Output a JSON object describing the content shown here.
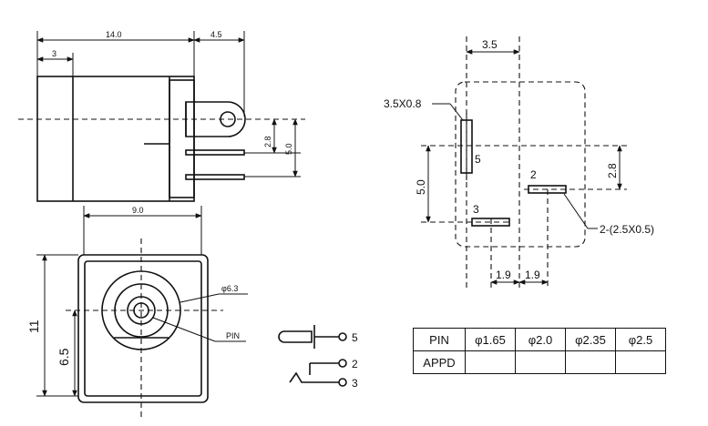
{
  "front_view": {
    "dim_total": "14.0",
    "dim_left": "3",
    "dim_right": "4.5",
    "dim_pin_offset": "2.8",
    "dim_pin_spacing": "5.0",
    "dim_body": "9.0"
  },
  "bottom_view": {
    "dim_height": "11",
    "dim_center": "6.5",
    "dia_label": "φ6.3",
    "pin_label": "PIN"
  },
  "schematic": {
    "pin_5": "5",
    "pin_2": "2",
    "pin_3": "3"
  },
  "pcb_layout": {
    "dim_top": "3.5",
    "slot_size": "3.5X0.8",
    "pin_5": "5",
    "pin_2": "2",
    "pin_3": "3",
    "dim_left": "5.0",
    "dim_right": "2.8",
    "slot_size_2": "2-(2.5X0.5)",
    "dim_b1": "1.9",
    "dim_b2": "1.9"
  },
  "table": {
    "row_pin": "PIN",
    "row_appd": "APPD",
    "columns": [
      "φ1.65",
      "φ2.0",
      "φ2.35",
      "φ2.5"
    ]
  }
}
